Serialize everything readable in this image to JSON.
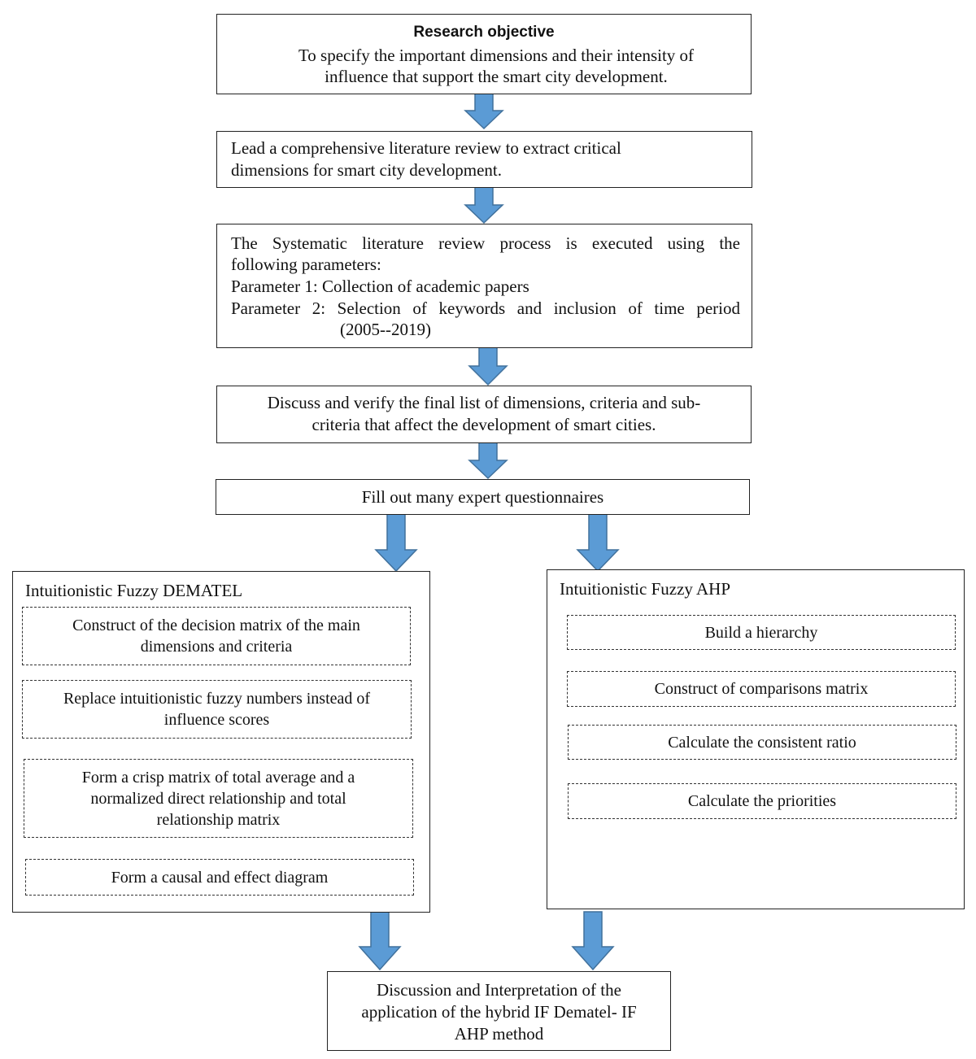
{
  "objective": {
    "heading": "Research objective",
    "line1": "To specify the important dimensions and their intensity of",
    "line2": "influence that support the smart city development."
  },
  "literature": {
    "line1": "Lead a comprehensive literature review to extract critical",
    "line2": "dimensions for smart city development."
  },
  "systematic": {
    "line1": "The Systematic literature review process is executed using the",
    "line2": "following parameters:",
    "param1": "Parameter 1: Collection of academic papers",
    "param2": "Parameter 2: Selection of keywords and inclusion of time period",
    "param2_cont": "(2005--2019)"
  },
  "verify": {
    "line1": "Discuss and verify the final list of dimensions, criteria and sub-",
    "line2": "criteria that affect the development of smart cities."
  },
  "questionnaire": {
    "label": "Fill out many expert questionnaires"
  },
  "dematel": {
    "title": "Intuitionistic Fuzzy DEMATEL",
    "steps": [
      {
        "line1": "Construct of the decision matrix of the main",
        "line2": "dimensions and criteria"
      },
      {
        "line1": "Replace intuitionistic fuzzy numbers instead of",
        "line2": "influence scores"
      },
      {
        "line1": "Form a crisp matrix of total average and a",
        "line2": "normalized direct relationship and total",
        "line3": "relationship matrix"
      },
      {
        "line1": "Form a causal and effect diagram"
      }
    ]
  },
  "ahp": {
    "title": "Intuitionistic Fuzzy AHP",
    "steps": [
      {
        "line1": "Build a hierarchy"
      },
      {
        "line1": "Construct of comparisons matrix"
      },
      {
        "line1": "Calculate the consistent ratio"
      },
      {
        "line1": "Calculate the priorities"
      }
    ]
  },
  "discussion": {
    "line1": "Discussion and Interpretation of the",
    "line2": "application of the hybrid IF Dematel- IF",
    "line3": "AHP method"
  },
  "colors": {
    "arrow_fill": "#5b9bd5",
    "arrow_stroke": "#41719c",
    "border": "#222222"
  }
}
